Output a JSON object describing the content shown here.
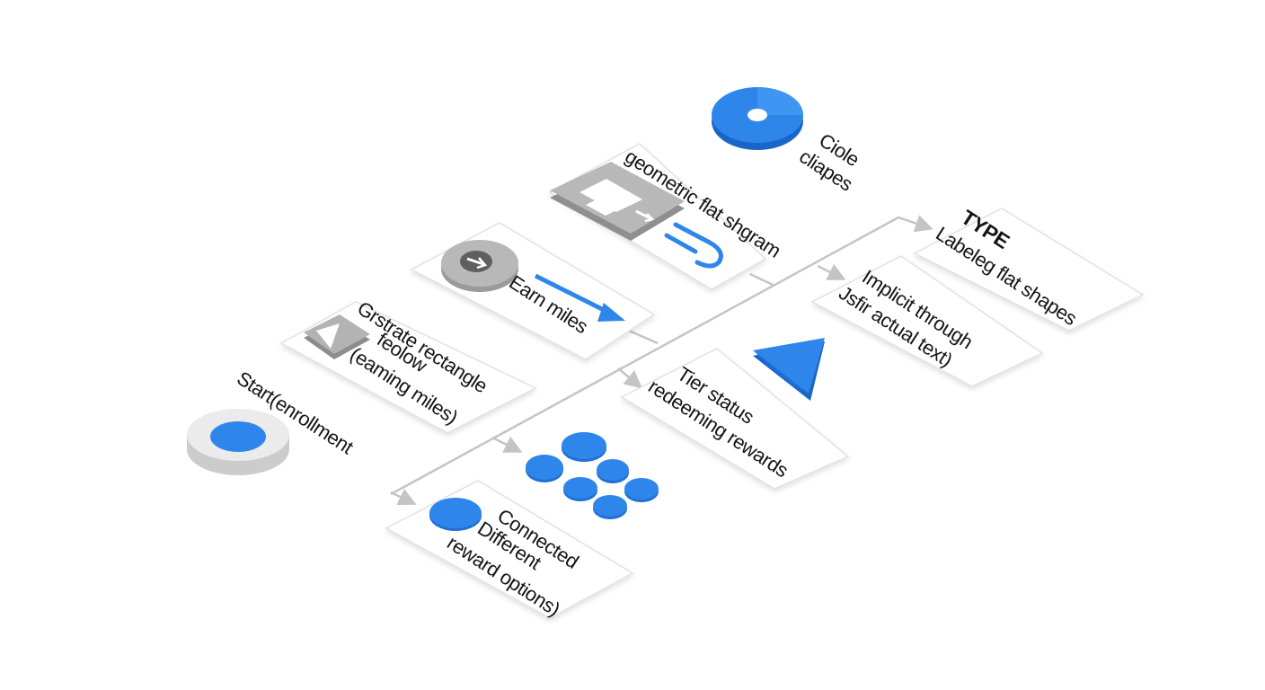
{
  "colors": {
    "blue": "#2f86ea",
    "blue_dark": "#1a66c8",
    "gray": "#b5b5b5",
    "gray_dark": "#8c8c8c",
    "connector": "#bdbdbd",
    "card": "#ffffff",
    "card_edge": "#dcdcdc"
  },
  "labels": {
    "circle_shapes": [
      "Ciole",
      "cliapes"
    ],
    "geometric": "geometric flat shgram",
    "type_title": "TYPE",
    "type_sub": "Labeleg flat shapes",
    "implicit": [
      "Implicit through",
      "Jsfir actual text)"
    ],
    "earn": "Earn miles",
    "rectangle": [
      "Grstrate rectangle",
      "feolow",
      "(eaming miles)"
    ],
    "tier": [
      "Tier status",
      "redeeming rewards"
    ],
    "start": "Start(enrollment",
    "connected": [
      "Connected",
      "Different",
      "reward options)"
    ]
  }
}
